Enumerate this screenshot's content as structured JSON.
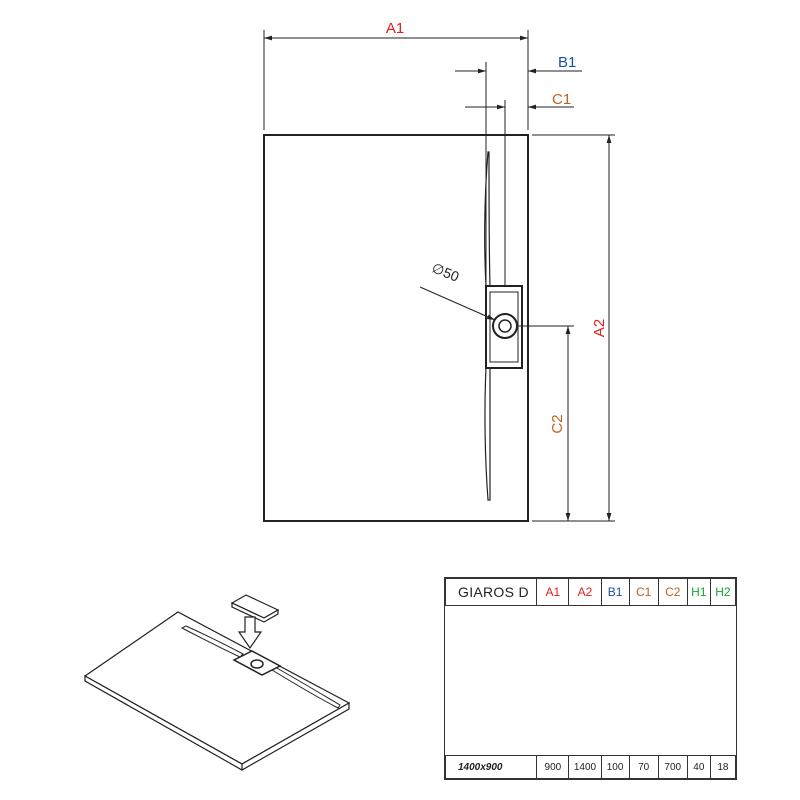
{
  "dimension_labels": {
    "A1": "A1",
    "A2": "A2",
    "B1": "B1",
    "C1": "C1",
    "C2": "C2",
    "diameter": "∅50"
  },
  "colors": {
    "A": "#e0201c",
    "B": "#1c4fa8",
    "C": "#c0601c",
    "H": "#18a52a",
    "line": "#222222"
  },
  "table": {
    "product": "GIAROS D",
    "columns": [
      {
        "label": "A1",
        "color": "#e0201c"
      },
      {
        "label": "A2",
        "color": "#e0201c"
      },
      {
        "label": "B1",
        "color": "#1c4fa8"
      },
      {
        "label": "C1",
        "color": "#c0601c"
      },
      {
        "label": "C2",
        "color": "#c0601c"
      },
      {
        "label": "H1",
        "color": "#18a52a"
      },
      {
        "label": "H2",
        "color": "#18a52a"
      }
    ],
    "rows": [
      {
        "model": "1400x900",
        "values": [
          "900",
          "1400",
          "100",
          "70",
          "700",
          "40",
          "18"
        ]
      }
    ]
  }
}
